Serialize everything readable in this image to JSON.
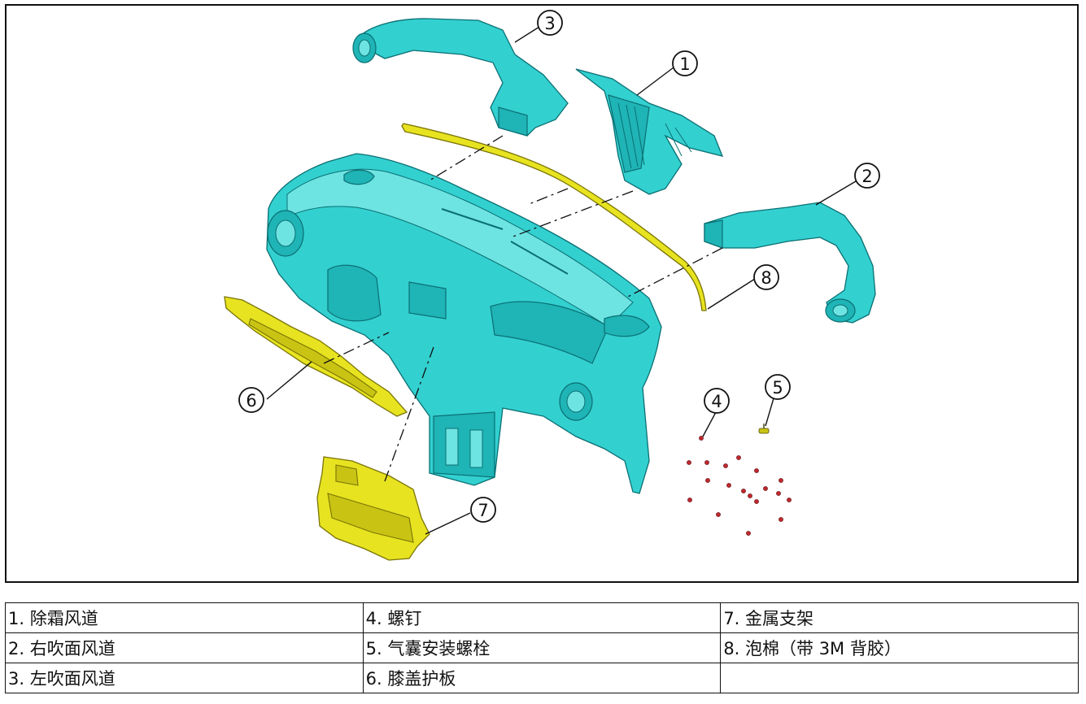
{
  "diagram": {
    "callouts": [
      "1",
      "2",
      "3",
      "4",
      "5",
      "6",
      "7",
      "8"
    ]
  },
  "legend": {
    "rows": [
      [
        "1. 除霜风道",
        "4. 螺钉",
        "7. 金属支架"
      ],
      [
        "2. 右吹面风道",
        "5. 气囊安装螺栓",
        "8. 泡棉（带 3M 背胶）"
      ],
      [
        "3. 左吹面风道",
        "6. 膝盖护板",
        ""
      ]
    ]
  },
  "colors": {
    "duct_teal": "#33d0d0",
    "bracket_yellow": "#e7e320",
    "screw_red": "#c0282e",
    "line_black": "#111111"
  }
}
